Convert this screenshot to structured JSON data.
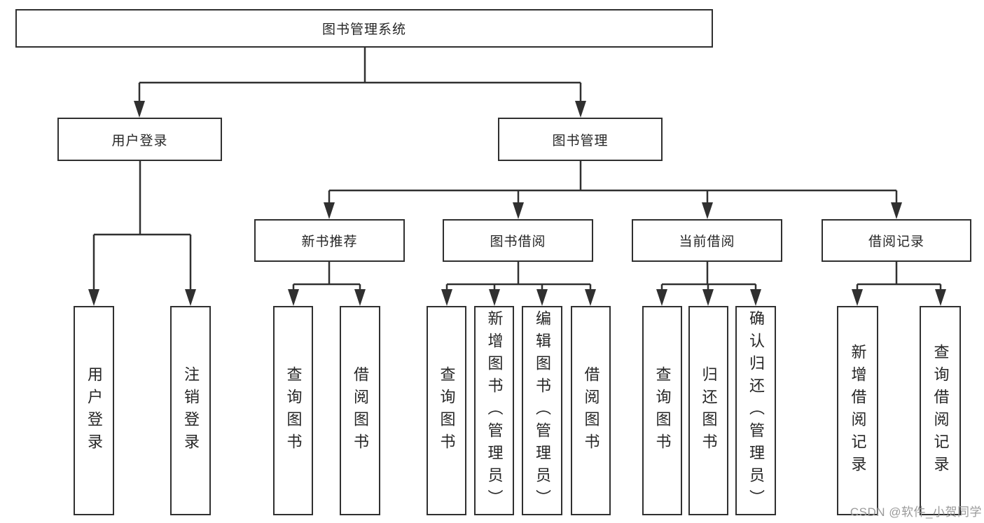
{
  "tree": {
    "root": {
      "label": "图书管理系统"
    },
    "branches": {
      "user_login": {
        "label": "用户登录",
        "children": {
          "login": {
            "label": "用户登录"
          },
          "logout": {
            "label": "注销登录"
          }
        }
      },
      "book_mgmt": {
        "label": "图书管理",
        "children": {
          "new_book_rec": {
            "label": "新书推荐",
            "children": {
              "query_books": {
                "label": "查询图书"
              },
              "borrow_books": {
                "label": "借阅图书"
              }
            }
          },
          "book_borrow": {
            "label": "图书借阅",
            "children": {
              "query_books": {
                "label": "查询图书"
              },
              "add_books": {
                "label": "新增图书（管理员）"
              },
              "edit_books": {
                "label": "编辑图书（管理员）"
              },
              "borrow_books": {
                "label": "借阅图书"
              }
            }
          },
          "current_borrow": {
            "label": "当前借阅",
            "children": {
              "query_books": {
                "label": "查询图书"
              },
              "return_books": {
                "label": "归还图书"
              },
              "confirm_return": {
                "label": "确认归还（管理员）"
              }
            }
          },
          "borrow_records": {
            "label": "借阅记录",
            "children": {
              "add_record": {
                "label": "新增借阅记录"
              },
              "query_record": {
                "label": "查询借阅记录"
              }
            }
          }
        }
      }
    }
  },
  "watermark": {
    "text": "CSDN @软件_小贺同学"
  },
  "colors": {
    "line": "#303030",
    "text": "#262626",
    "watermark": "#9a9a9a",
    "background": "#ffffff"
  }
}
